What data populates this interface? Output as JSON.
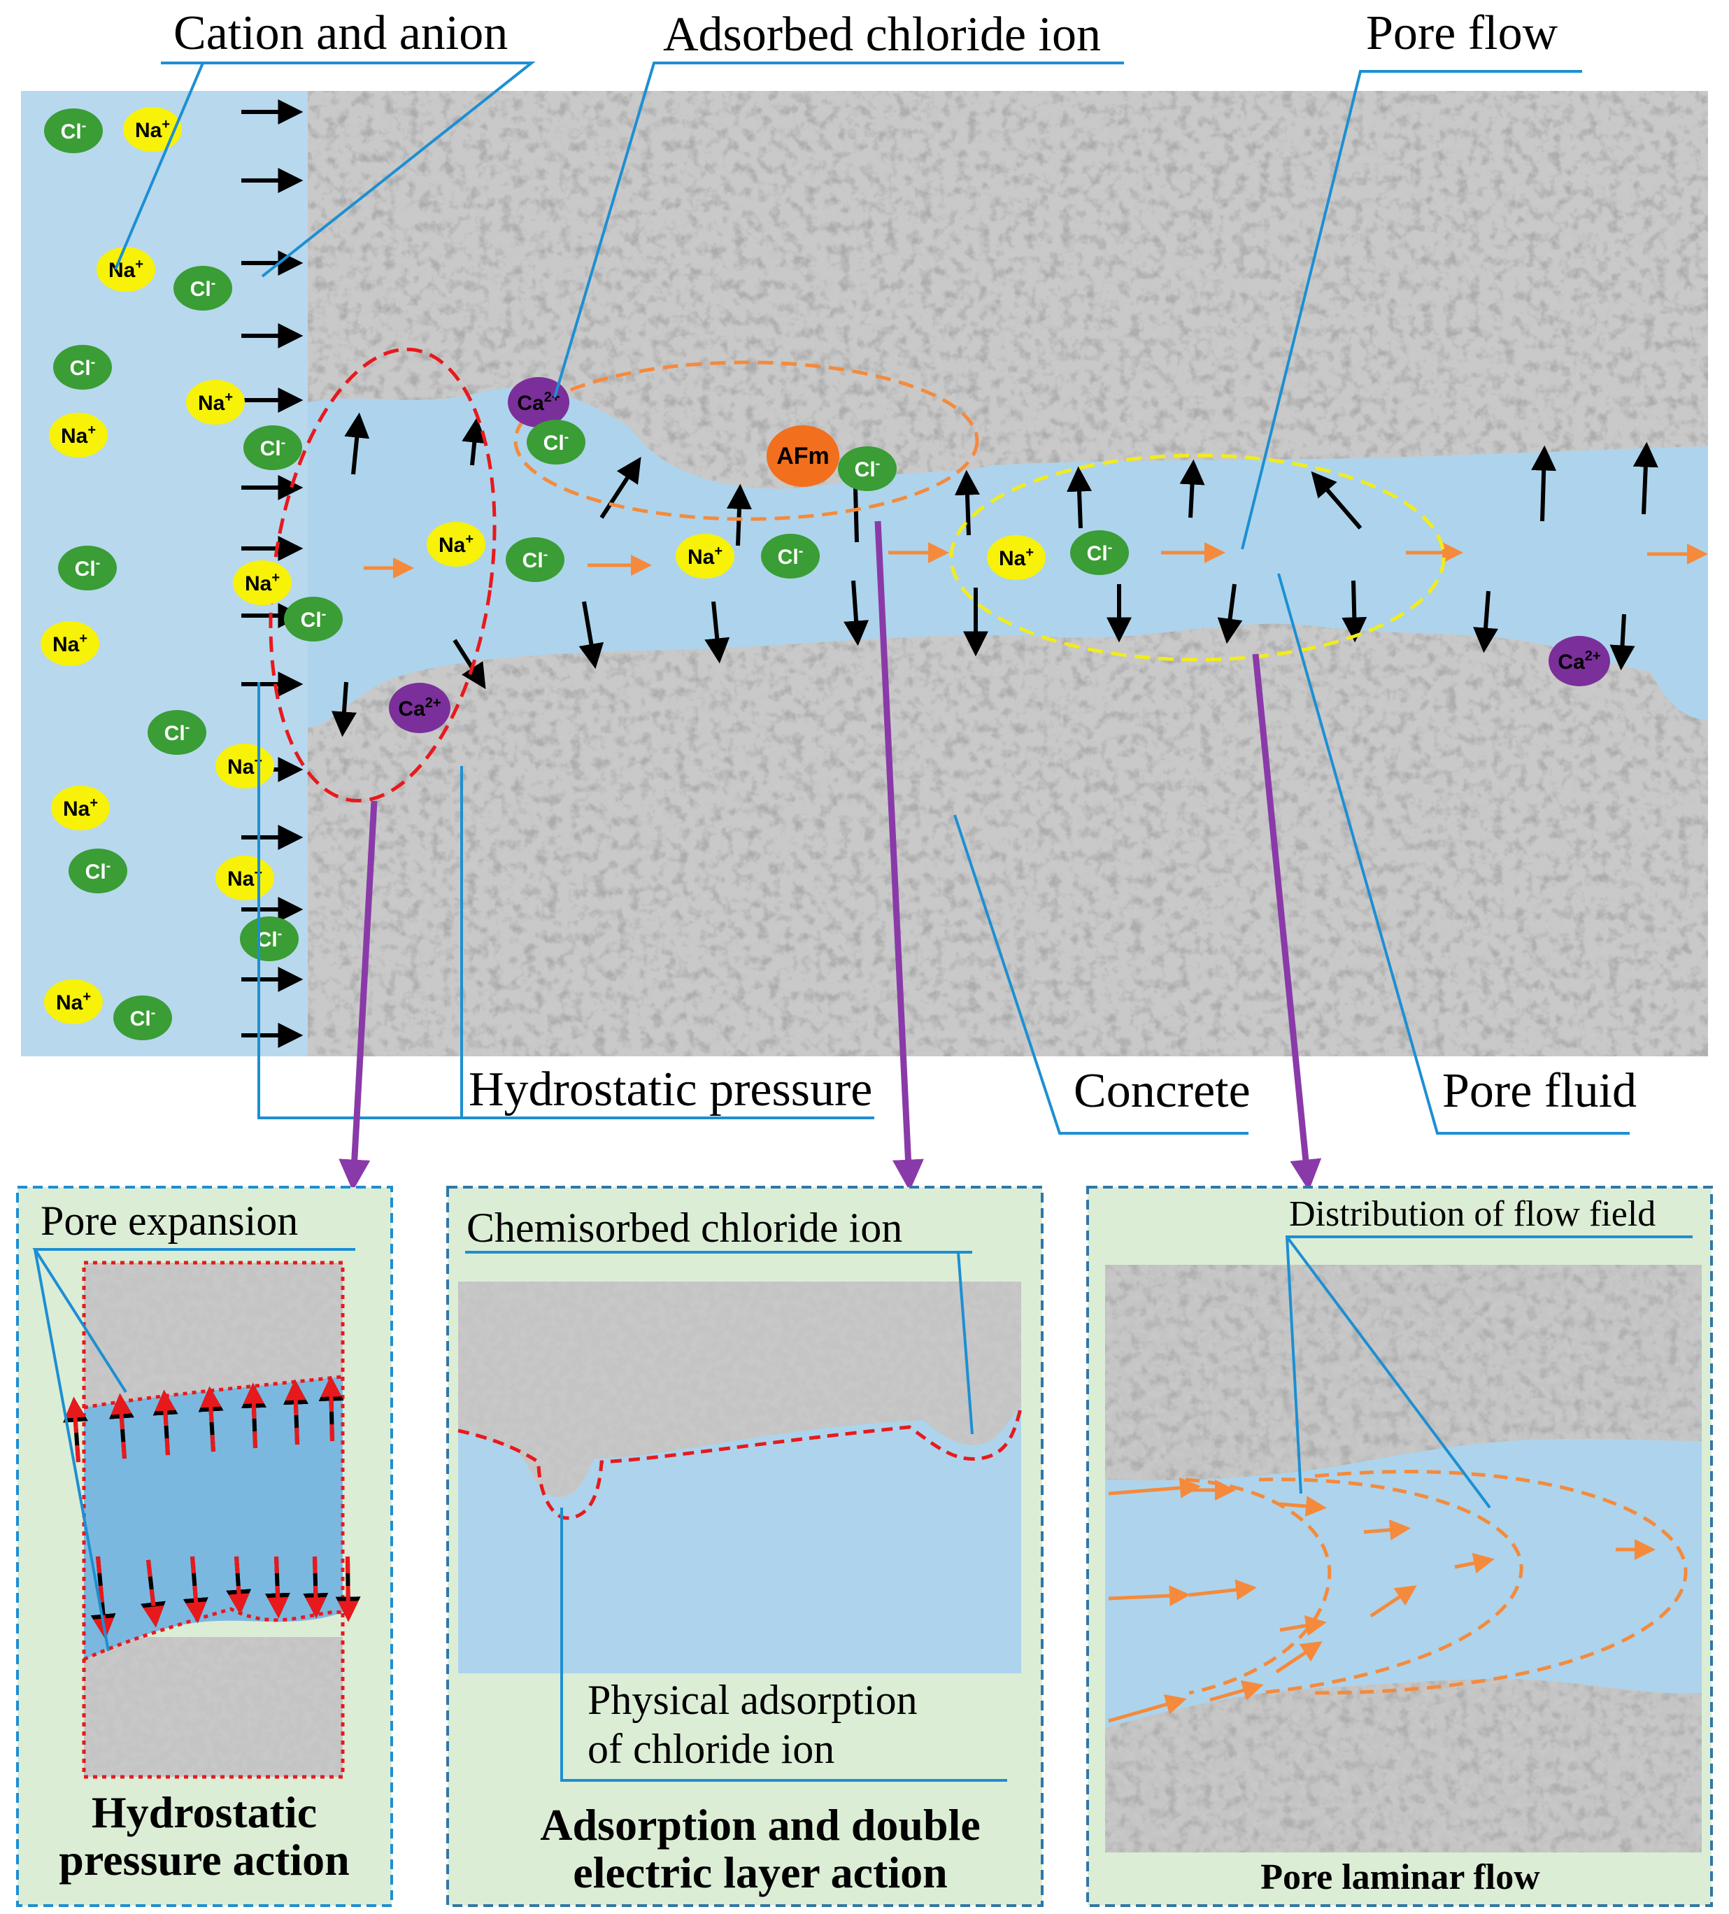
{
  "labels": {
    "cation_anion": "Cation and anion",
    "adsorbed_chloride": "Adsorbed chloride ion",
    "pore_flow": "Pore flow",
    "hydrostatic_pressure": "Hydrostatic pressure",
    "concrete": "Concrete",
    "pore_fluid": "Pore fluid"
  },
  "ions": {
    "cl": "Cl",
    "cl_sup": "-",
    "na": "Na",
    "na_sup": "+",
    "ca": "Ca",
    "ca_sup": "2+",
    "afm": "AFm"
  },
  "panels": {
    "left": {
      "label": "Pore expansion",
      "title_line1": "Hydrostatic",
      "title_line2": "pressure action"
    },
    "middle": {
      "label": "Chemisorbed chloride ion",
      "physical_line1": "Physical adsorption",
      "physical_line2": "of chloride ion",
      "title_line1": "Adsorption and double",
      "title_line2": "electric layer action"
    },
    "right": {
      "label": "Distribution of flow field",
      "title": "Pore laminar flow"
    }
  },
  "colors": {
    "solution_blue": "#b8d8ee",
    "pore_blue": "#add4ec",
    "panel_green": "#dcedd6",
    "chloride_green": "#3a9d35",
    "sodium_yellow": "#f7f208",
    "calcium_purple": "#7b2f9a",
    "afm_orange": "#f26f1e",
    "leader_blue": "#1d8fd2",
    "connector_purple": "#8a3aa8",
    "flow_orange": "#f58a3c",
    "dash_red": "#e8191c",
    "dash_yellow": "#f2ec1d",
    "frame_blue": "#2f77a8",
    "concrete_gray": "#9a9a9a"
  }
}
